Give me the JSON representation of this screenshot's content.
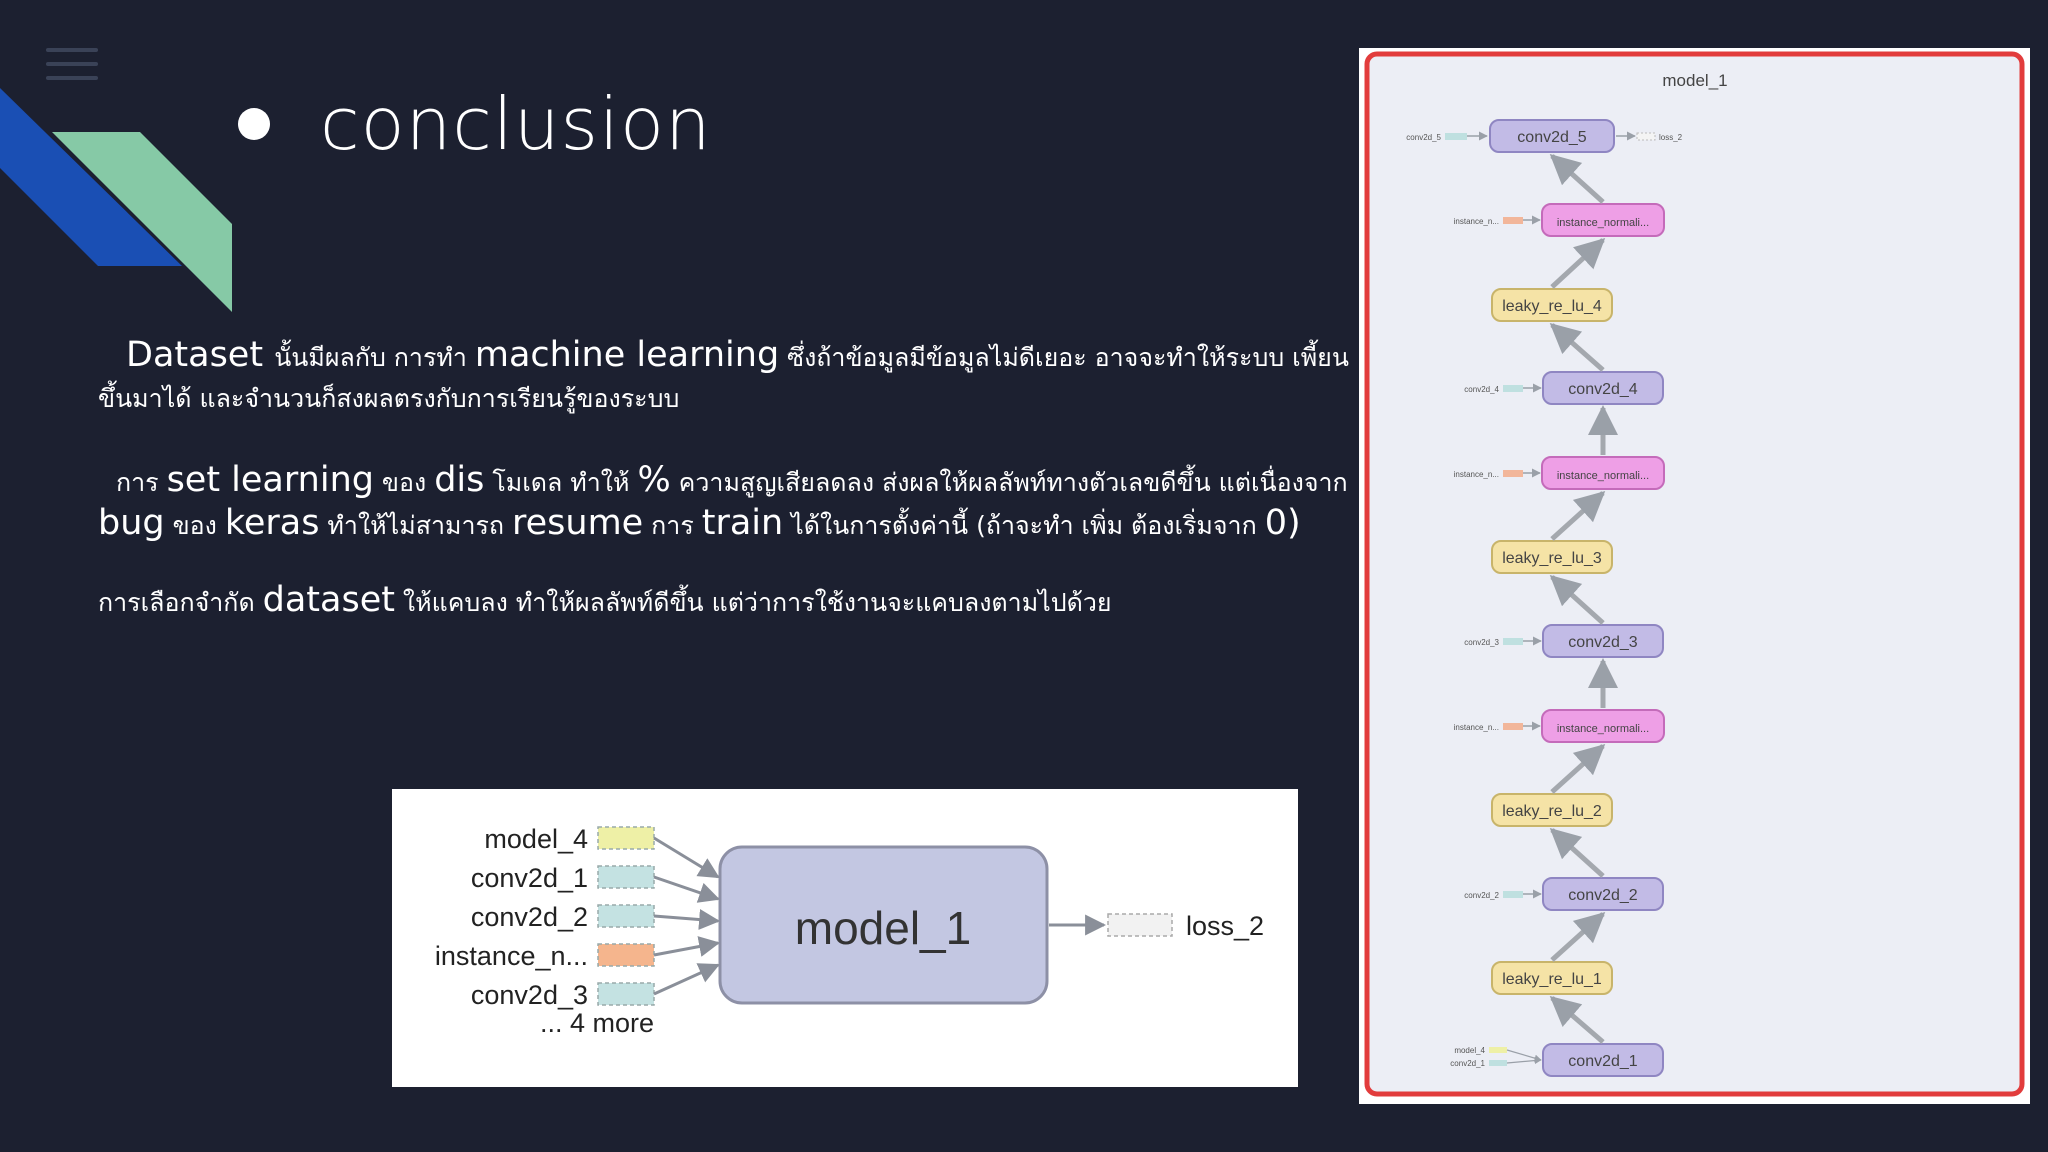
{
  "slide": {
    "title": "conclusion",
    "paragraphs": [
      {
        "line1": [
          {
            "text": "Dataset ",
            "big": true
          },
          {
            "text": " นั้นมีผลกับ การทำ ",
            "big": false
          },
          {
            "text": "machine learning",
            "big": true
          },
          {
            "text": " ซึ่งถ้าข้อมูลมีข้อมูลไม่ดีเยอะ อาจจะทำให้ระบบ เพี้ยน",
            "big": false
          }
        ],
        "line2": "ขึ้นมาได้ และจำนวนก็สงผลตรงกับการเรียนรู้ของระบบ"
      },
      {
        "line1": [
          {
            "text": "การ ",
            "big": false
          },
          {
            "text": "set learning",
            "big": true
          },
          {
            "text": " ของ ",
            "big": false
          },
          {
            "text": "dis",
            "big": true
          },
          {
            "text": " โมเดล ทำให้ ",
            "big": false
          },
          {
            "text": "%",
            "big": true
          },
          {
            "text": " ความสูญเสียลดลง ส่งผลให้ผลลัพท์ทางตัวเลขดีขึ้น แต่เนื่องจาก",
            "big": false
          }
        ],
        "line2": [
          {
            "text": "bug",
            "big": true
          },
          {
            "text": " ของ ",
            "big": false
          },
          {
            "text": "keras",
            "big": true
          },
          {
            "text": " ทำให้ไม่สามารถ ",
            "big": false
          },
          {
            "text": "resume",
            "big": true
          },
          {
            "text": " การ ",
            "big": false
          },
          {
            "text": "train",
            "big": true
          },
          {
            "text": " ได้ในการตั้งค่านี้  (ถ้าจะทำ เพิ่ม ต้องเริ่มจาก ",
            "big": false
          },
          {
            "text": "0)",
            "big": true
          }
        ]
      },
      {
        "line1": [
          {
            "text": "การเลือกจำกัด ",
            "big": false
          },
          {
            "text": "dataset",
            "big": true
          },
          {
            "text": " ให้แคบลง ทำให้ผลลัพท์ดีขึ้น แต่ว่าการใช้งานจะแคบลงตามไปด้วย",
            "big": false
          }
        ]
      }
    ]
  },
  "small_graph": {
    "inputs": [
      {
        "label": "model_4",
        "color": "#eef0a6"
      },
      {
        "label": "conv2d_1",
        "color": "#c4e2e2"
      },
      {
        "label": "conv2d_2",
        "color": "#c4e2e2"
      },
      {
        "label": "instance_n...",
        "color": "#f5b58d"
      },
      {
        "label": "conv2d_3",
        "color": "#c4e2e2"
      }
    ],
    "more": "... 4 more",
    "node": "model_1",
    "output": "loss_2"
  },
  "big_graph": {
    "title": "model_1",
    "top_left_input": "conv2d_5",
    "top_output": "loss_2",
    "nodes": [
      {
        "label": "conv2d_5",
        "kind": "conv",
        "side": ""
      },
      {
        "label": "instance_normali...",
        "kind": "norm",
        "side": "instance_n..."
      },
      {
        "label": "leaky_re_lu_4",
        "kind": "leaky",
        "side": ""
      },
      {
        "label": "conv2d_4",
        "kind": "conv",
        "side": "conv2d_4"
      },
      {
        "label": "instance_normali...",
        "kind": "norm",
        "side": "instance_n..."
      },
      {
        "label": "leaky_re_lu_3",
        "kind": "leaky",
        "side": ""
      },
      {
        "label": "conv2d_3",
        "kind": "conv",
        "side": "conv2d_3"
      },
      {
        "label": "instance_normali...",
        "kind": "norm",
        "side": "instance_n..."
      },
      {
        "label": "leaky_re_lu_2",
        "kind": "leaky",
        "side": ""
      },
      {
        "label": "conv2d_2",
        "kind": "conv",
        "side": "conv2d_2"
      },
      {
        "label": "leaky_re_lu_1",
        "kind": "leaky",
        "side": ""
      },
      {
        "label": "conv2d_1",
        "kind": "conv",
        "side": ""
      }
    ],
    "bottom_inputs": [
      "model_4",
      "conv2d_1"
    ]
  },
  "colors": {
    "background": "#1c2030",
    "deco_blue": "#1a4fb4",
    "deco_green": "#86c9a6",
    "conv_fill": "#c2bbe6",
    "norm_fill": "#ee9fe6",
    "leaky_fill": "#f5e3a6",
    "frame_red": "#e23c3c"
  }
}
